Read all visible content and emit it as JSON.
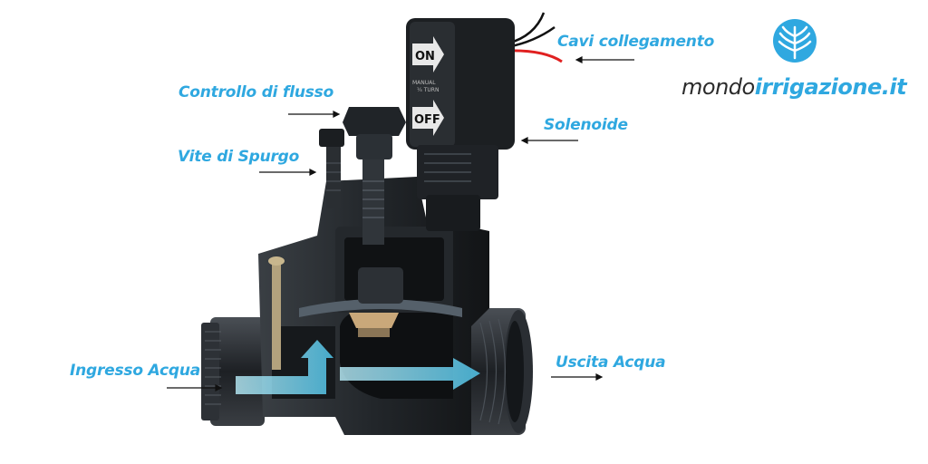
{
  "labels": {
    "cavi": "Cavi collegamento",
    "flusso": "Controllo di flusso",
    "solenoide": "Solenoide",
    "spurgo": "Vite di Spurgo",
    "ingresso": "Ingresso Acqua",
    "uscita": "Uscita Acqua"
  },
  "solenoid": {
    "on": "ON",
    "off": "OFF",
    "manual": "MANUAL",
    "turn": "¼ TURN"
  },
  "logo": {
    "part1": "mondo",
    "part2": "irrigazione.it"
  },
  "colors": {
    "label": "#2fa8e0",
    "body": "#1c1f22",
    "flow": "#7fd6ef",
    "wire_red": "#e02020"
  }
}
